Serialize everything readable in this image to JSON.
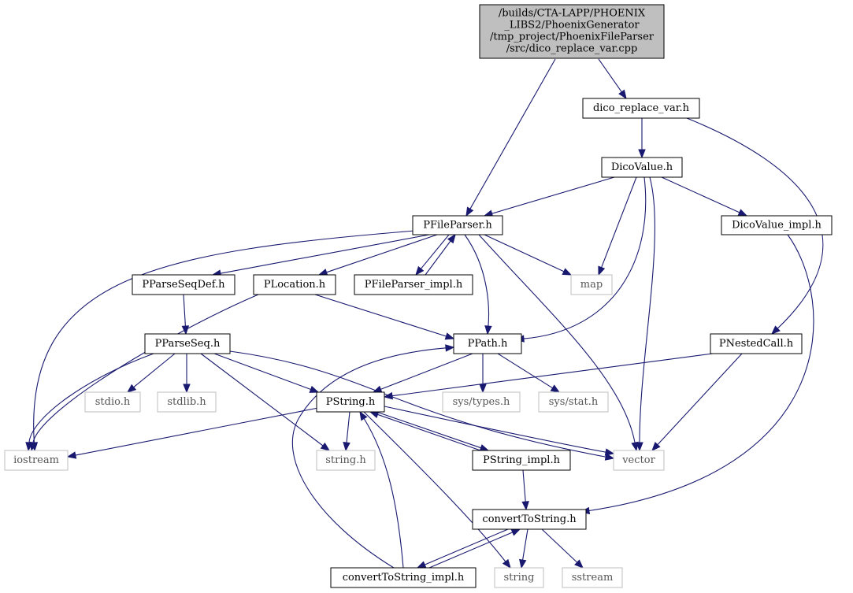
{
  "root": {
    "lines": [
      "/builds/CTA-LAPP/PHOENIX",
      "_LIBS2/PhoenixGenerator",
      "/tmp_project/PhoenixFileParser",
      "/src/dico_replace_var.cpp"
    ]
  },
  "nodes": [
    {
      "id": "dico_replace_var_h",
      "label": "dico_replace_var.h",
      "kind": "doc"
    },
    {
      "id": "DicoValue_h",
      "label": "DicoValue.h",
      "kind": "doc"
    },
    {
      "id": "PFileParser_h",
      "label": "PFileParser.h",
      "kind": "doc"
    },
    {
      "id": "DicoValue_impl_h",
      "label": "DicoValue_impl.h",
      "kind": "doc"
    },
    {
      "id": "PParseSeqDef_h",
      "label": "PParseSeqDef.h",
      "kind": "doc"
    },
    {
      "id": "PLocation_h",
      "label": "PLocation.h",
      "kind": "doc"
    },
    {
      "id": "PFileParser_impl_h",
      "label": "PFileParser_impl.h",
      "kind": "doc"
    },
    {
      "id": "map",
      "label": "map",
      "kind": "ext"
    },
    {
      "id": "PParseSeq_h",
      "label": "PParseSeq.h",
      "kind": "doc"
    },
    {
      "id": "PPath_h",
      "label": "PPath.h",
      "kind": "doc"
    },
    {
      "id": "PNestedCall_h",
      "label": "PNestedCall.h",
      "kind": "doc"
    },
    {
      "id": "stdio_h",
      "label": "stdio.h",
      "kind": "ext"
    },
    {
      "id": "stdlib_h",
      "label": "stdlib.h",
      "kind": "ext"
    },
    {
      "id": "PString_h",
      "label": "PString.h",
      "kind": "doc"
    },
    {
      "id": "sys_types_h",
      "label": "sys/types.h",
      "kind": "ext"
    },
    {
      "id": "sys_stat_h",
      "label": "sys/stat.h",
      "kind": "ext"
    },
    {
      "id": "iostream",
      "label": "iostream",
      "kind": "ext"
    },
    {
      "id": "string_h",
      "label": "string.h",
      "kind": "ext"
    },
    {
      "id": "PString_impl_h",
      "label": "PString_impl.h",
      "kind": "doc"
    },
    {
      "id": "vector",
      "label": "vector",
      "kind": "ext"
    },
    {
      "id": "convertToString_h",
      "label": "convertToString.h",
      "kind": "doc"
    },
    {
      "id": "convertToString_impl_h",
      "label": "convertToString_impl.h",
      "kind": "doc"
    },
    {
      "id": "string",
      "label": "string",
      "kind": "ext"
    },
    {
      "id": "sstream",
      "label": "sstream",
      "kind": "ext"
    }
  ],
  "edges": [
    {
      "from": "root",
      "to": "PFileParser_h"
    },
    {
      "from": "root",
      "to": "dico_replace_var_h"
    },
    {
      "from": "dico_replace_var_h",
      "to": "DicoValue_h"
    },
    {
      "from": "dico_replace_var_h",
      "to": "PNestedCall_h"
    },
    {
      "from": "DicoValue_h",
      "to": "PFileParser_h"
    },
    {
      "from": "DicoValue_h",
      "to": "map"
    },
    {
      "from": "DicoValue_h",
      "to": "PPath_h"
    },
    {
      "from": "DicoValue_h",
      "to": "vector"
    },
    {
      "from": "DicoValue_h",
      "to": "DicoValue_impl_h"
    },
    {
      "from": "DicoValue_impl_h",
      "to": "convertToString_h"
    },
    {
      "from": "PFileParser_h",
      "to": "iostream"
    },
    {
      "from": "PFileParser_h",
      "to": "PParseSeqDef_h"
    },
    {
      "from": "PFileParser_h",
      "to": "PLocation_h"
    },
    {
      "from": "PFileParser_h",
      "to": "PFileParser_impl_h"
    },
    {
      "from": "PFileParser_h",
      "to": "PPath_h"
    },
    {
      "from": "PFileParser_h",
      "to": "map"
    },
    {
      "from": "PFileParser_h",
      "to": "vector"
    },
    {
      "from": "PFileParser_impl_h",
      "to": "PFileParser_h"
    },
    {
      "from": "PParseSeqDef_h",
      "to": "PParseSeq_h"
    },
    {
      "from": "PLocation_h",
      "to": "iostream"
    },
    {
      "from": "PLocation_h",
      "to": "PPath_h"
    },
    {
      "from": "PParseSeq_h",
      "to": "iostream"
    },
    {
      "from": "PParseSeq_h",
      "to": "stdio_h"
    },
    {
      "from": "PParseSeq_h",
      "to": "stdlib_h"
    },
    {
      "from": "PParseSeq_h",
      "to": "PString_h"
    },
    {
      "from": "PParseSeq_h",
      "to": "string_h"
    },
    {
      "from": "PParseSeq_h",
      "to": "vector"
    },
    {
      "from": "PPath_h",
      "to": "PString_h"
    },
    {
      "from": "PPath_h",
      "to": "sys_types_h"
    },
    {
      "from": "PPath_h",
      "to": "sys_stat_h"
    },
    {
      "from": "PNestedCall_h",
      "to": "PString_h"
    },
    {
      "from": "PNestedCall_h",
      "to": "vector"
    },
    {
      "from": "PString_h",
      "to": "iostream"
    },
    {
      "from": "PString_h",
      "to": "string_h"
    },
    {
      "from": "PString_h",
      "to": "vector"
    },
    {
      "from": "PString_h",
      "to": "PString_impl_h"
    },
    {
      "from": "PString_h",
      "to": "string"
    },
    {
      "from": "PString_impl_h",
      "to": "PString_h"
    },
    {
      "from": "PString_impl_h",
      "to": "convertToString_h"
    },
    {
      "from": "convertToString_h",
      "to": "string"
    },
    {
      "from": "convertToString_h",
      "to": "sstream"
    },
    {
      "from": "convertToString_h",
      "to": "convertToString_impl_h"
    },
    {
      "from": "convertToString_impl_h",
      "to": "convertToString_h"
    },
    {
      "from": "convertToString_impl_h",
      "to": "PString_h"
    },
    {
      "from": "convertToString_impl_h",
      "to": "PPath_h"
    }
  ]
}
